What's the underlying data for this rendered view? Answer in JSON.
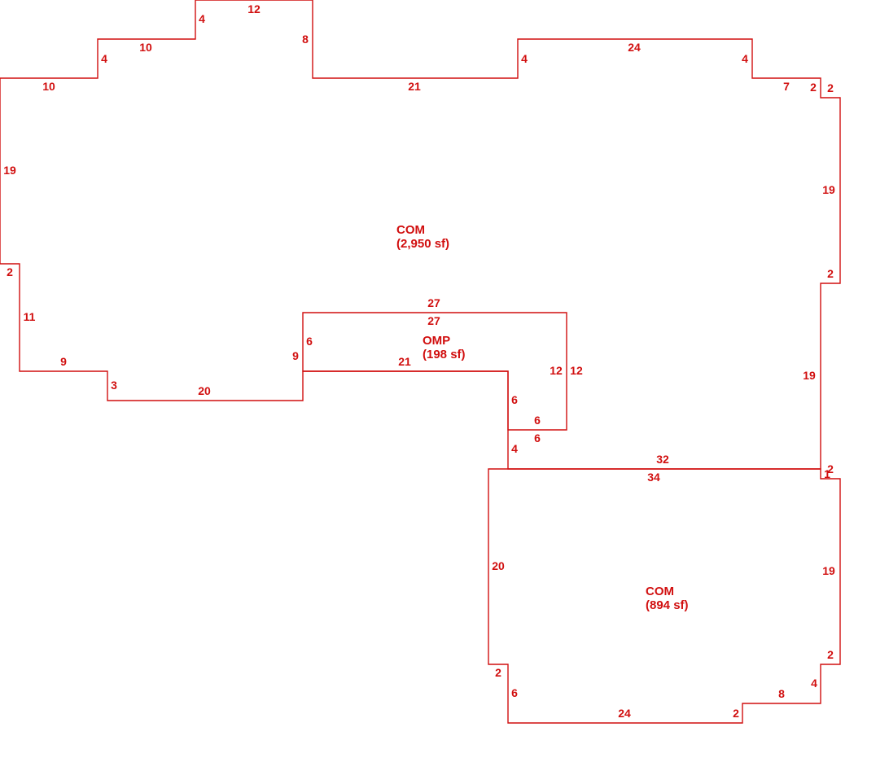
{
  "colors": {
    "line": "#d10f0f",
    "text": "#d10f0f",
    "background": "#ffffff"
  },
  "areas": [
    {
      "name": "COM",
      "size": "(2,950 sf)"
    },
    {
      "name": "OMP",
      "size": "(198 sf)"
    },
    {
      "name": "COM",
      "size": "(894 sf)"
    }
  ],
  "dimensions": {
    "com_main": [
      "12",
      "8",
      "4",
      "10",
      "4",
      "10",
      "21",
      "4",
      "24",
      "4",
      "7",
      "2",
      "2",
      "19",
      "19",
      "2",
      "19",
      "2",
      "11",
      "9",
      "3",
      "20",
      "9",
      "32"
    ],
    "omp": [
      "27",
      "27",
      "6",
      "21",
      "12",
      "12",
      "6",
      "6",
      "6",
      "4"
    ],
    "com_lower": [
      "2",
      "1",
      "34",
      "20",
      "19",
      "2",
      "4",
      "8",
      "2",
      "24",
      "6",
      "2"
    ]
  }
}
